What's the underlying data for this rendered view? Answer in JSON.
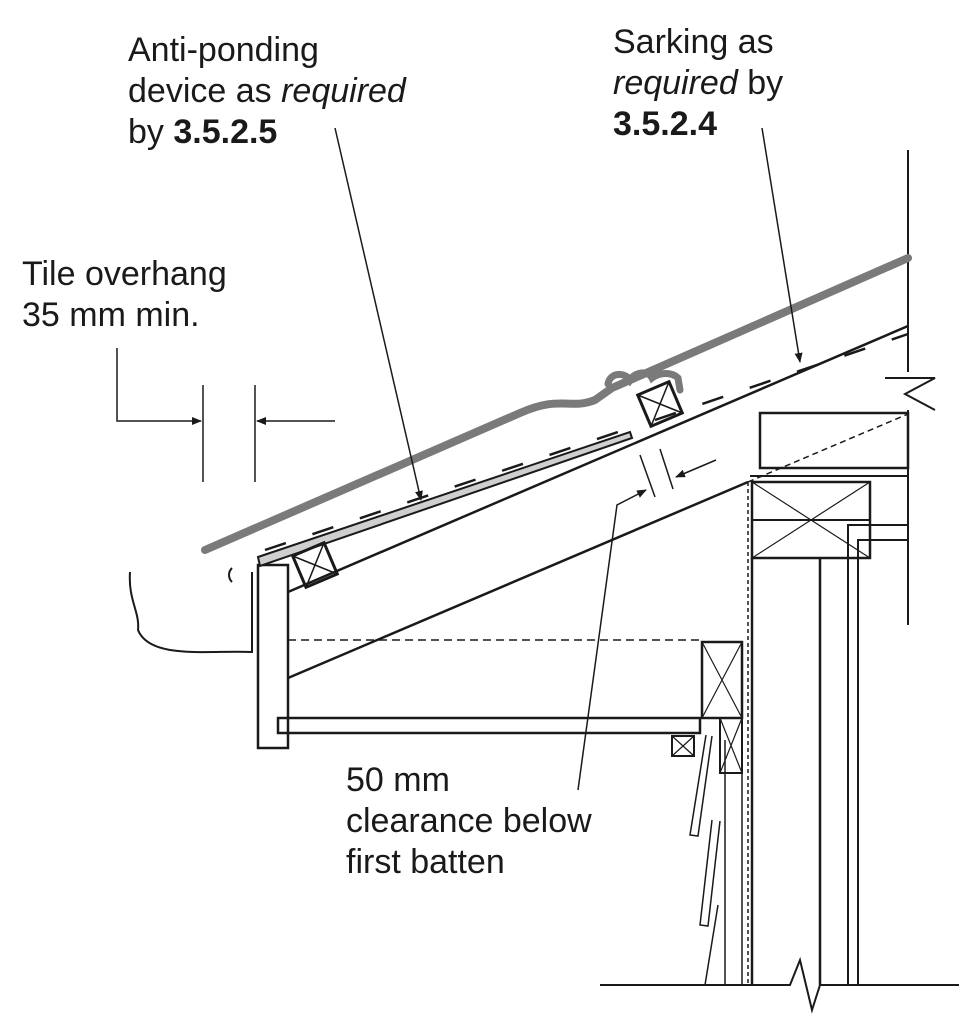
{
  "labels": {
    "anti_ponding": {
      "line1": "Anti-ponding",
      "line2a": "device as ",
      "line2b": "required",
      "line3a": "by ",
      "line3b": "3.5.2.5"
    },
    "sarking": {
      "line1": "Sarking as",
      "line2a": "required",
      "line2b": " by",
      "line3": "3.5.2.4"
    },
    "overhang": {
      "line1": "Tile overhang",
      "line2": "35 mm min."
    },
    "clearance": {
      "line1": "50 mm",
      "line2": "clearance below",
      "line3": "first batten"
    }
  },
  "colors": {
    "tile": "#7a7a7a",
    "line": "#1a1a1a",
    "board": "#cfcfcf"
  }
}
